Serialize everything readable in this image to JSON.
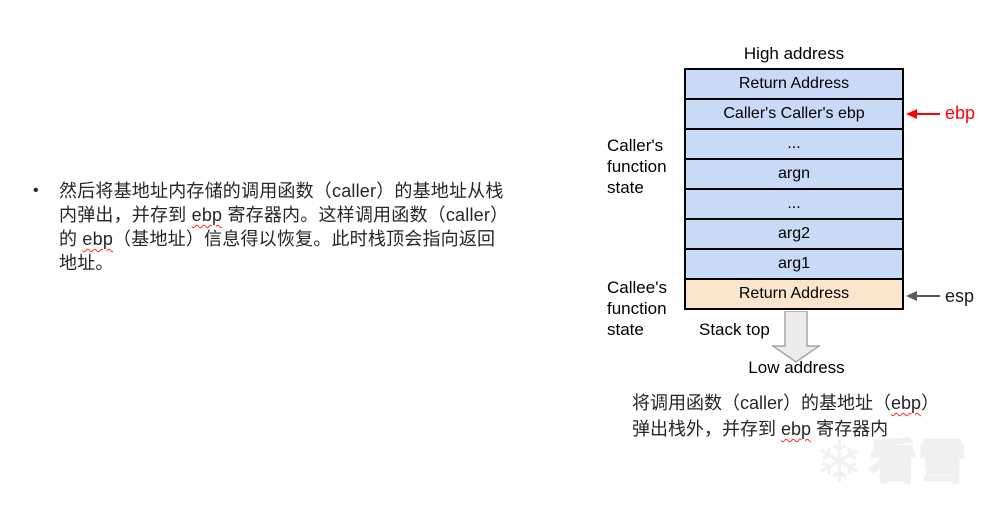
{
  "bullet": {
    "marker": "•",
    "line1": "然后将基地址内存储的调用函数（caller）的基地址从栈",
    "line2_pre": "内弹出，并存到 ",
    "line2_ebp": "ebp",
    "line2_post": " 寄存器内。这样调用函数（caller）",
    "line3_pre": "的 ",
    "line3_ebp": "ebp",
    "line3_post": "（基地址）信息得以恢复。此时栈顶会指向返回",
    "line4": "地址。"
  },
  "diagram": {
    "high_address": "High address",
    "low_address": "Low address",
    "stack_top": "Stack top",
    "caller_label": {
      "l1": "Caller's",
      "l2": "function",
      "l3": "state"
    },
    "callee_label": {
      "l1": "Callee's",
      "l2": "function",
      "l3": "state"
    },
    "rows": [
      {
        "label": "Return Address",
        "type": "blue"
      },
      {
        "label": "Caller's Caller's ebp",
        "type": "blue"
      },
      {
        "label": "...",
        "type": "blue"
      },
      {
        "label": "argn",
        "type": "blue"
      },
      {
        "label": "...",
        "type": "blue"
      },
      {
        "label": "arg2",
        "type": "blue"
      },
      {
        "label": "arg1",
        "type": "blue"
      },
      {
        "label": "Return Address",
        "type": "orange"
      }
    ],
    "ebp_pointer": "ebp",
    "esp_pointer": "esp",
    "colors": {
      "cell_blue": "#c9daf8",
      "cell_orange": "#fce5cd",
      "ebp_arrow": "#fb0207",
      "esp_arrow": "#595959",
      "block_arrow_fill": "#ececec",
      "block_arrow_stroke": "#a6a6a6"
    }
  },
  "caption": {
    "line1_pre": "将调用函数（caller）的基地址（",
    "line1_ebp": "ebp",
    "line1_post": "）",
    "line2_pre": "弹出栈外，并存到 ",
    "line2_ebp": "ebp",
    "line2_post": " 寄存器内"
  },
  "watermark": {
    "snowflake": "❄",
    "text": "看雪"
  }
}
